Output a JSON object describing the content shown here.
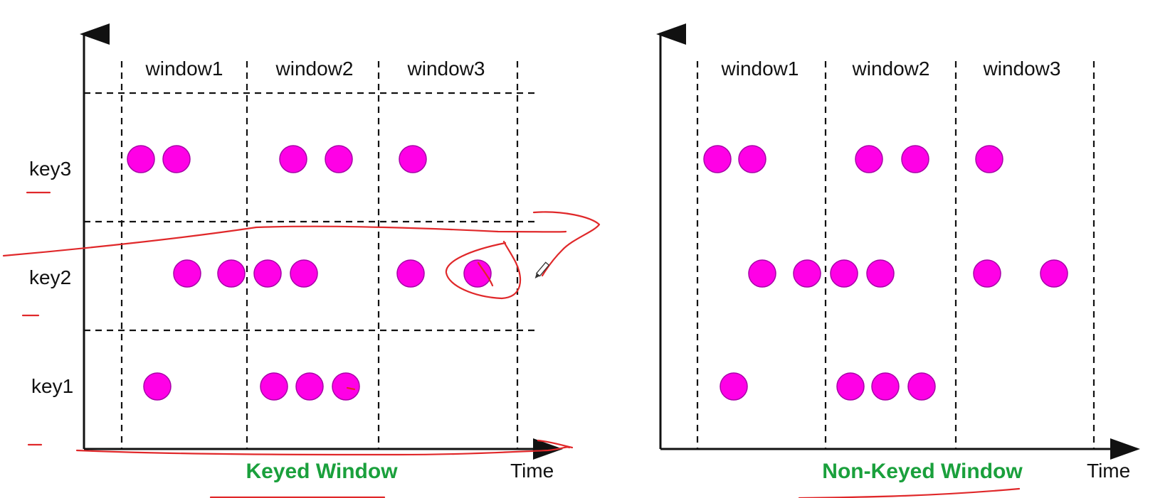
{
  "colors": {
    "event": "#ff00e6",
    "title": "#1aa03c",
    "ink": "#e0282a"
  },
  "panels": [
    {
      "id": "keyed",
      "title": "Keyed Window",
      "time_label": "Time",
      "windows": [
        "window1",
        "window2",
        "window3"
      ],
      "keys": [
        "key3",
        "key2",
        "key1"
      ],
      "events": [
        {
          "key": "key3",
          "count_in_windows": [
            2,
            2,
            1
          ]
        },
        {
          "key": "key2",
          "count_in_windows": [
            2,
            2,
            2
          ]
        },
        {
          "key": "key1",
          "count_in_windows": [
            1,
            3,
            0
          ]
        }
      ]
    },
    {
      "id": "non-keyed",
      "title": "Non-Keyed Window",
      "time_label": "Time",
      "windows": [
        "window1",
        "window2",
        "window3"
      ],
      "keys": [],
      "events": [
        {
          "row": 1,
          "count_in_windows": [
            2,
            2,
            1
          ]
        },
        {
          "row": 2,
          "count_in_windows": [
            2,
            2,
            2
          ]
        },
        {
          "row": 3,
          "count_in_windows": [
            1,
            3,
            0
          ]
        }
      ]
    }
  ],
  "pen_icon": "pen-cursor-icon"
}
